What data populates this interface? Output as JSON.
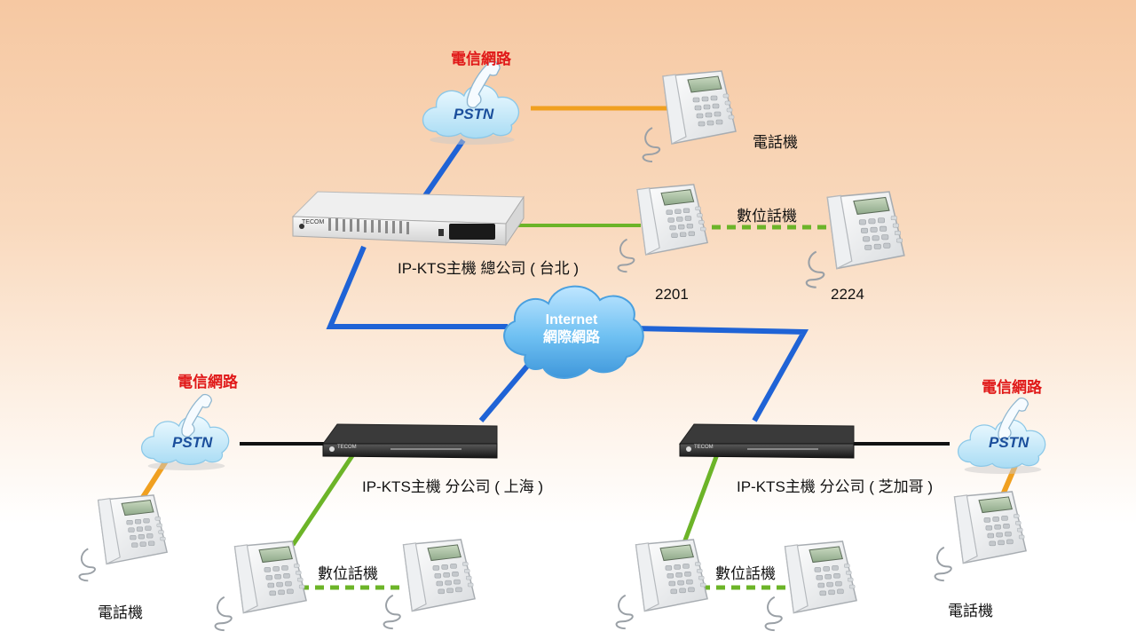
{
  "hq": {
    "pstn_caption": "電信網路",
    "pstn_label": "PSTN",
    "phone_caption": "電話機",
    "digital_caption": "數位話機",
    "server_label": "IP-KTS主機  總公司 ( 台北 )",
    "ext_a": "2201",
    "ext_b": "2224",
    "brand": "TECOM"
  },
  "internet": {
    "line1": "Internet",
    "line2": "網際網路"
  },
  "branch_shanghai": {
    "pstn_caption": "電信網路",
    "pstn_label": "PSTN",
    "phone_caption": "電話機",
    "digital_caption": "數位話機",
    "server_label": "IP-KTS主機  分公司 ( 上海 )",
    "brand": "TECOM"
  },
  "branch_chicago": {
    "pstn_caption": "電信網路",
    "pstn_label": "PSTN",
    "phone_caption": "電話機",
    "digital_caption": "數位話機",
    "server_label": "IP-KTS主機  分公司 ( 芝加哥 )",
    "brand": "TECOM"
  },
  "colors": {
    "wan_link": "#1f63d6",
    "pstn_link": "#f0a020",
    "digital_link": "#6cb428",
    "trunk_link": "#111111",
    "caption_red": "#e01818"
  }
}
